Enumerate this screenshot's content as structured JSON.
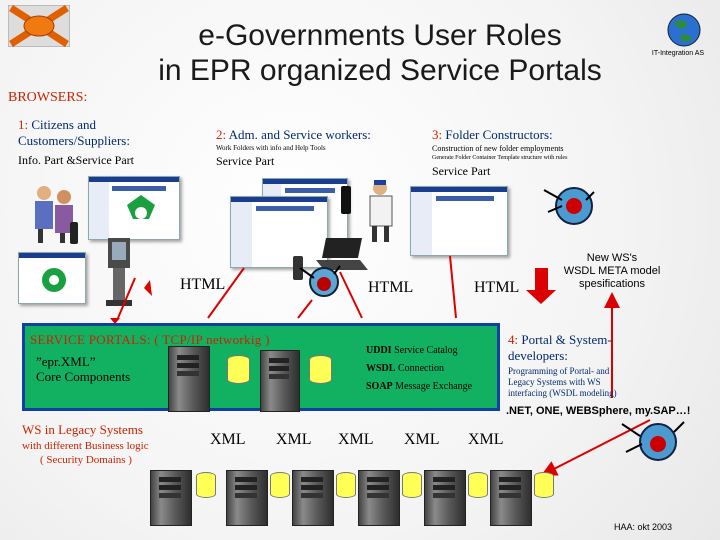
{
  "title": {
    "line1": "e-Governments User Roles",
    "line2": "in EPR organized Service Portals"
  },
  "logo": {
    "company": "IT-Integration AS",
    "globe_icon": "globe-icon",
    "left_icon": "orange-cross-logo-icon"
  },
  "browsers_label": "BROWSERS:",
  "roles": {
    "citizens": {
      "num": "1:",
      "name1": "Citizens and",
      "name2": "Customers/Suppliers:",
      "part": "Info. Part &Service Part"
    },
    "adm": {
      "num": "2:",
      "name": "Adm. and Service workers:",
      "desc": "Work Folders with info and Help Tools",
      "part": "Service Part"
    },
    "folder": {
      "num": "3:",
      "name": "Folder Constructors:",
      "desc1": "Construction of new folder employments",
      "desc2": "Generate Folder Container Template structure with rules",
      "part": "Service Part"
    },
    "developers": {
      "num": "4:",
      "name1": "Portal & System-",
      "name2": "developers:",
      "desc1": "Programming of Portal- and",
      "desc2": "Legacy Systems with WS",
      "desc3": "interfacing (WSDL modeling)",
      "platforms": ".NET, ONE, WEBSphere, my.SAP…!"
    }
  },
  "html_labels": [
    "HTML",
    "HTML",
    "HTML"
  ],
  "new_ws": {
    "line1": "New WS's",
    "line2": "WSDL META model",
    "line3": "spesifications"
  },
  "service_portals": {
    "title": "SERVICE PORTALS: ( TCP/IP networkig )",
    "core1": "”epr.XML”",
    "core2": "Core Components",
    "services": [
      {
        "key": "UDDI",
        "text": "Service Catalog"
      },
      {
        "key": "WSDL",
        "text": "Connection"
      },
      {
        "key": "SOAP",
        "text": "Message Exchange"
      }
    ]
  },
  "legacy": {
    "title": "WS in Legacy Systems",
    "sub1": "with different Business logic",
    "sub2": "( Security Domains )"
  },
  "xml_labels": [
    "XML",
    "XML",
    "XML",
    "XML",
    "XML"
  ],
  "footer": "HAA: okt 2003",
  "colors": {
    "red": "#cc2200",
    "navy": "#002a6e",
    "band": "#12b061",
    "arrow_red": "#dd0000",
    "db_yellow": "#ffff55"
  }
}
